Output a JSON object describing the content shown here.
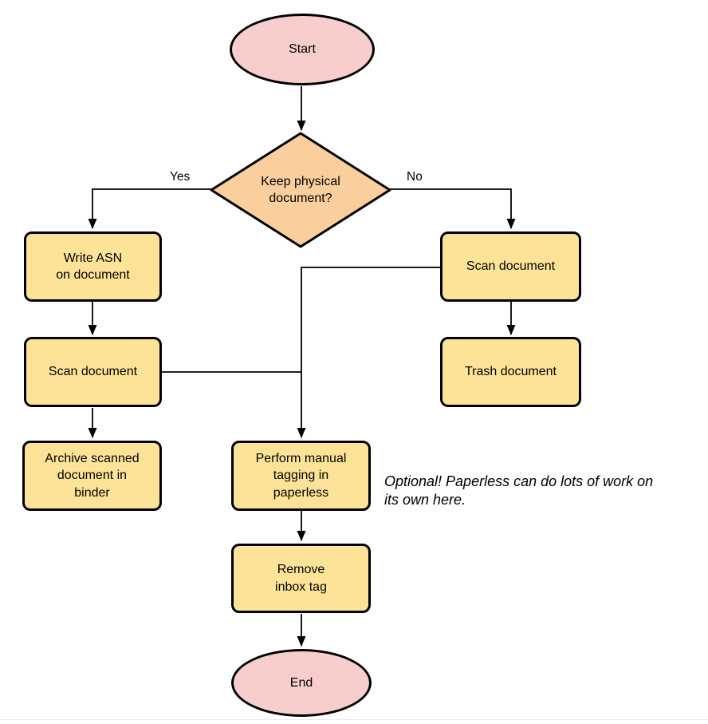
{
  "colors": {
    "node-yellow": "#fde397",
    "node-orange": "#fbce9d",
    "node-pink": "#f8cecc",
    "stroke": "#000000"
  },
  "nodes": {
    "start": {
      "type": "terminator",
      "label": "Start"
    },
    "decision": {
      "type": "decision",
      "label": [
        "Keep physical",
        "document?"
      ]
    },
    "write_asn": {
      "type": "process",
      "label": [
        "Write ASN",
        "on document"
      ]
    },
    "scan_left": {
      "type": "process",
      "label": "Scan document"
    },
    "archive": {
      "type": "process",
      "label": [
        "Archive scanned",
        "document in",
        "binder"
      ]
    },
    "scan_right": {
      "type": "process",
      "label": "Scan document"
    },
    "trash": {
      "type": "process",
      "label": "Trash document"
    },
    "tagging": {
      "type": "process",
      "label": [
        "Perform manual",
        "tagging in",
        "paperless"
      ]
    },
    "remove_inbox": {
      "type": "process",
      "label": [
        "Remove",
        "inbox tag"
      ]
    },
    "end": {
      "type": "terminator",
      "label": "End"
    }
  },
  "edge_labels": {
    "yes": "Yes",
    "no": "No"
  },
  "annotation": {
    "lines": [
      "Optional! Paperless can do lots of work on",
      "its own here."
    ]
  }
}
